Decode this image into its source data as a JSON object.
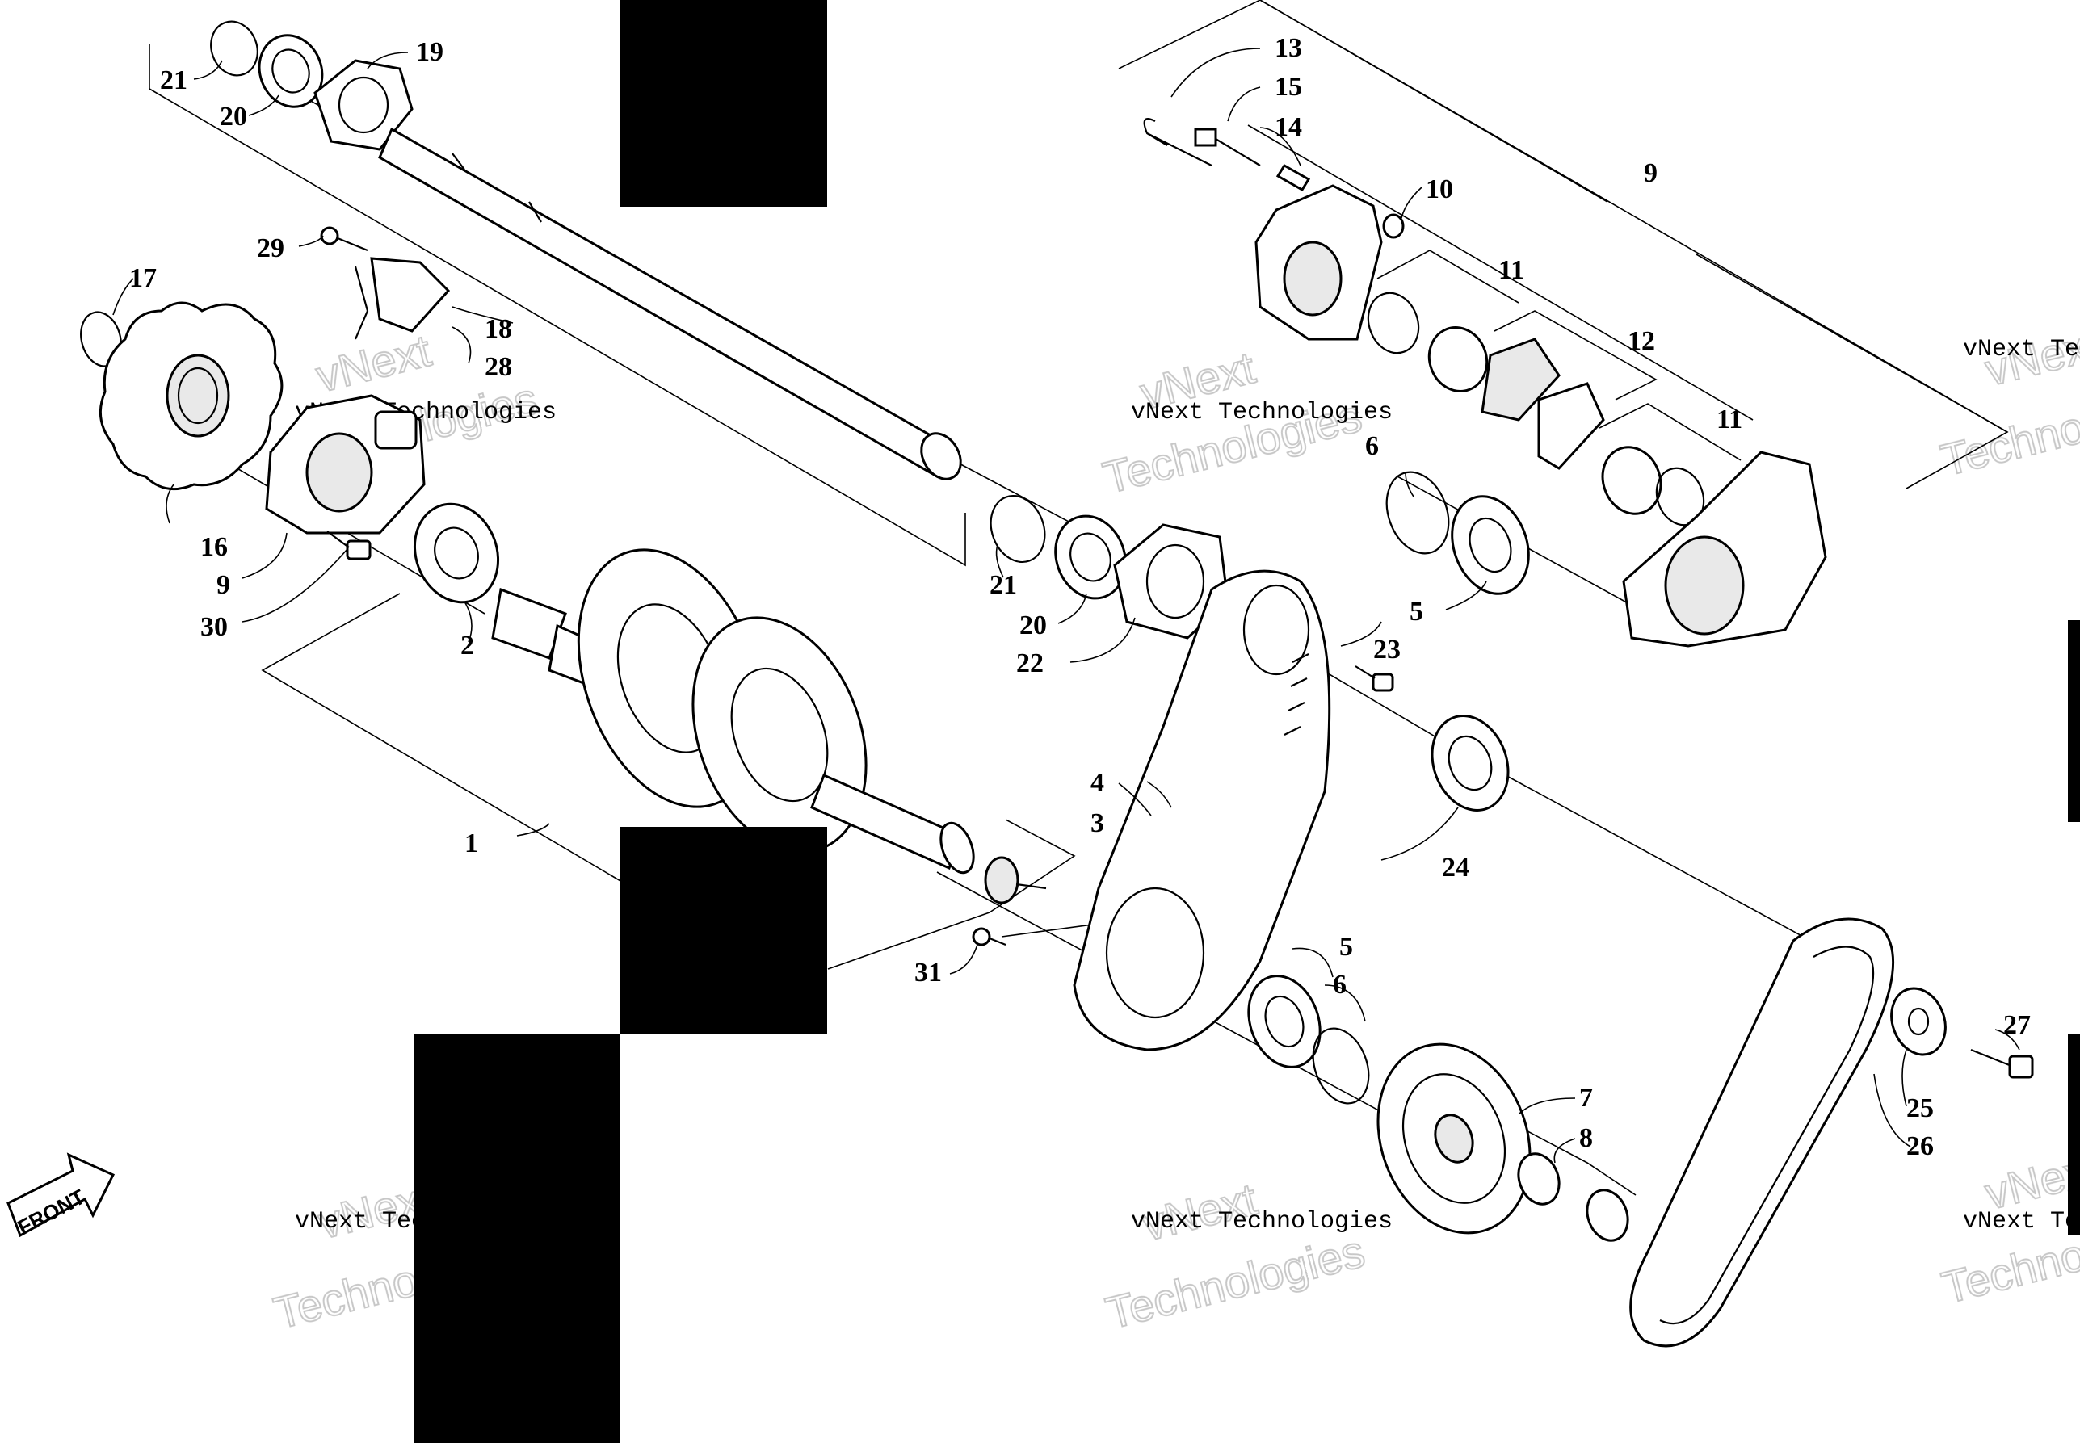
{
  "diagram": {
    "callouts": {
      "c1": "1",
      "c2": "2",
      "c3": "3",
      "c4": "4",
      "c5a": "5",
      "c5b": "5",
      "c6a": "6",
      "c6b": "6",
      "c7": "7",
      "c8": "8",
      "c9a": "9",
      "c9b": "9",
      "c10": "10",
      "c11a": "11",
      "c11b": "11",
      "c12": "12",
      "c13": "13",
      "c14": "14",
      "c15": "15",
      "c16": "16",
      "c17": "17",
      "c18": "18",
      "c19": "19",
      "c20a": "20",
      "c20b": "20",
      "c21a": "21",
      "c21b": "21",
      "c22": "22",
      "c23": "23",
      "c24": "24",
      "c25": "25",
      "c26": "26",
      "c27": "27",
      "c28": "28",
      "c29": "29",
      "c30": "30",
      "c31": "31"
    },
    "watermark": {
      "line": "vNext Technologies",
      "big_top": "vNext",
      "big_bottom": "Technologies"
    },
    "front_arrow_label": "FRONT"
  }
}
